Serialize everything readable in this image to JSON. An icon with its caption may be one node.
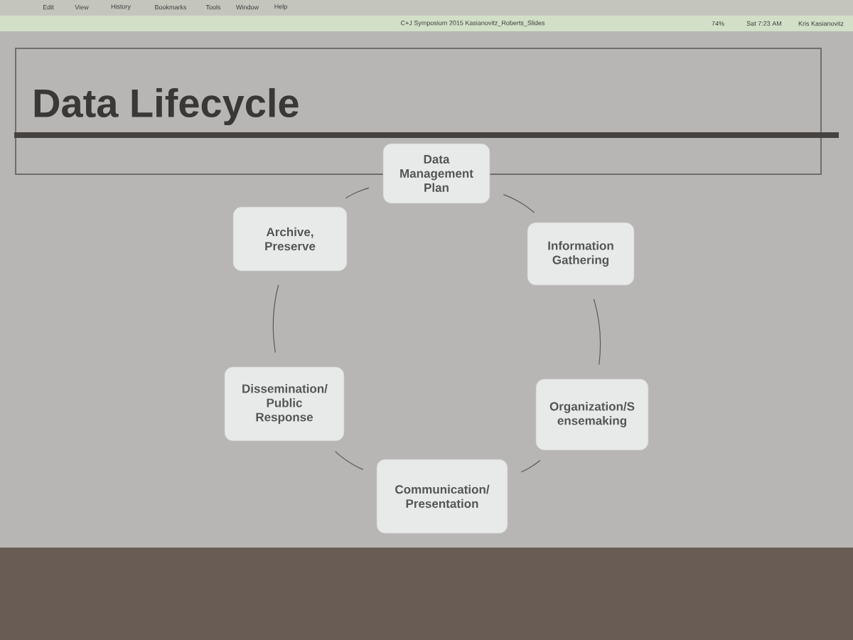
{
  "diagram": {
    "title": "Data Lifecycle",
    "nodes": [
      {
        "text": [
          "Data Management Plan"
        ]
      },
      {
        "text": [
          "Information Gathering"
        ]
      },
      {
        "text": [
          "Organization/S ensemaking"
        ]
      },
      {
        "text": [
          "Communication/ Presentation"
        ]
      },
      {
        "text": [
          "Dissemination/ Public Response"
        ]
      },
      {
        "text": [
          "Archive, Preserve"
        ]
      }
    ],
    "edges": [
      {
        "from": 0,
        "to": 1,
        "arrow": "none"
      },
      {
        "from": 1,
        "to": 2,
        "arrow": "none"
      },
      {
        "from": 2,
        "to": 3,
        "arrow": "none"
      },
      {
        "from": 3,
        "to": 4,
        "arrow": "none"
      },
      {
        "from": 4,
        "to": 5,
        "arrow": "none"
      },
      {
        "from": 5,
        "to": 0,
        "arrow": "none"
      }
    ],
    "labels": [
      "Edit",
      "View",
      "History",
      "Bookmarks",
      "Tools",
      "Window",
      "Help",
      "C+J Symposium 2015 Kasianovitz_Roberts_Slides",
      "74%",
      "Sat 7:23 AM",
      "Kris Kasianovitz"
    ]
  }
}
